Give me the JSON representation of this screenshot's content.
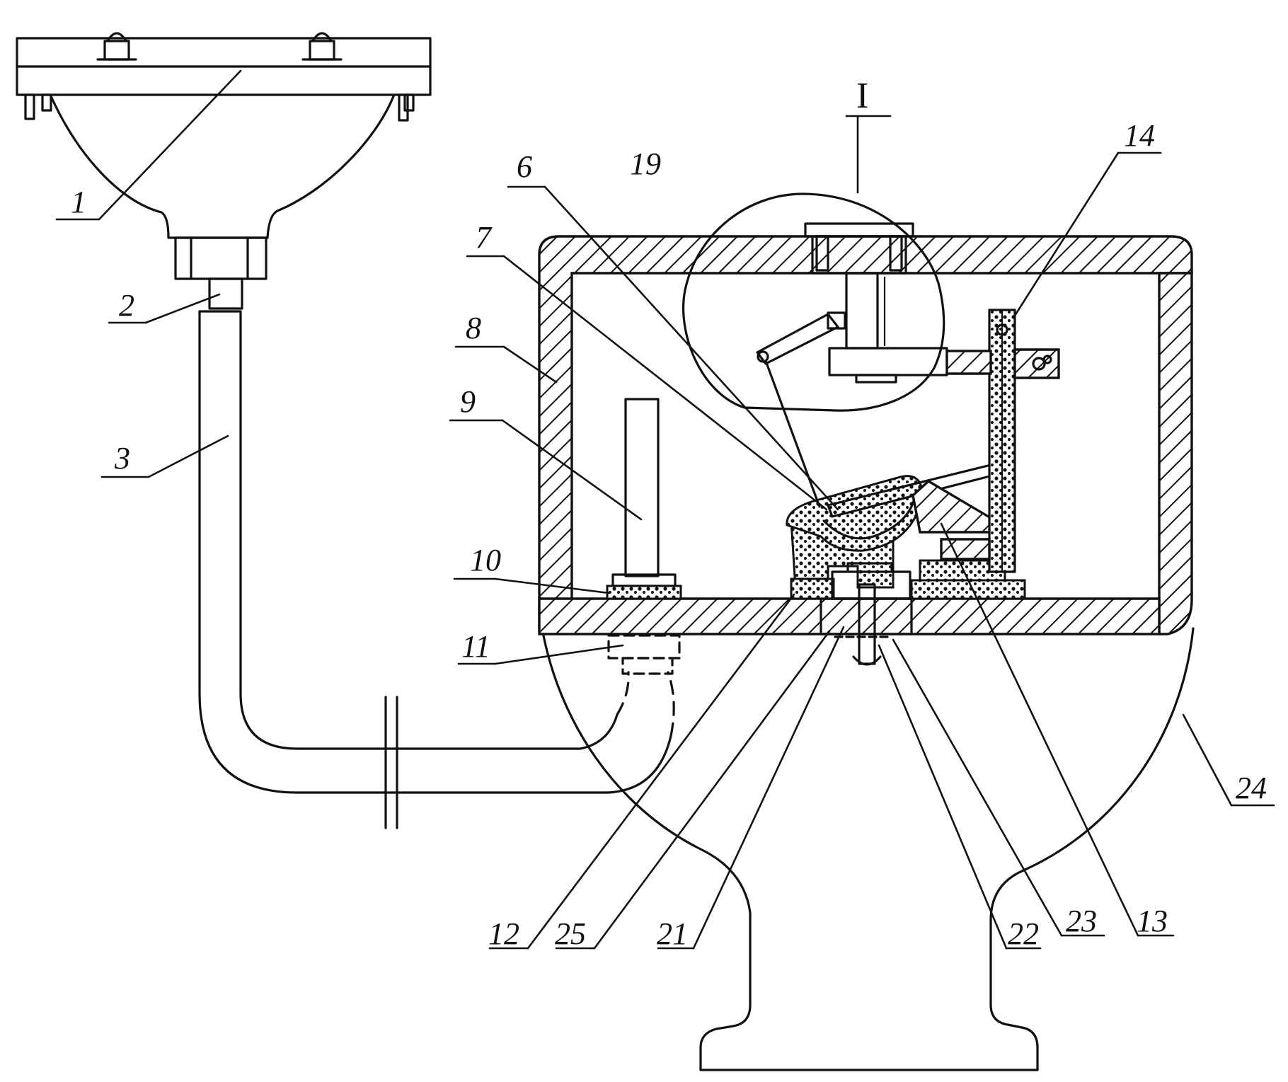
{
  "labels": {
    "l1": "1",
    "l2": "2",
    "l3": "3",
    "l6": "6",
    "l7": "7",
    "l8": "8",
    "l9": "9",
    "l10": "10",
    "l11": "11",
    "l12": "12",
    "l13": "13",
    "l14": "14",
    "l19": "19",
    "l21": "21",
    "l22": "22",
    "l23": "23",
    "l24": "24",
    "l25": "25",
    "detail": "I"
  },
  "colors": {
    "ink": "#111111",
    "paper": "#ffffff"
  }
}
